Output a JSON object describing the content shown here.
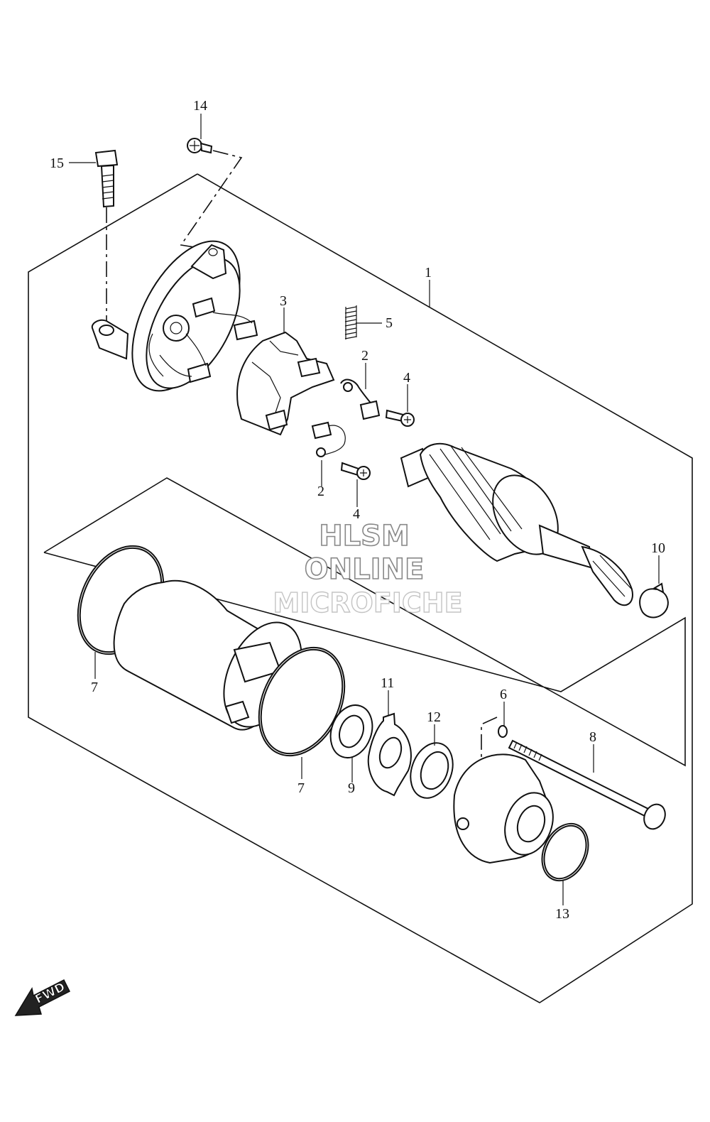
{
  "callouts": {
    "c1": "1",
    "c2a": "2",
    "c2b": "2",
    "c3": "3",
    "c4a": "4",
    "c4b": "4",
    "c5": "5",
    "c6": "6",
    "c7a": "7",
    "c7b": "7",
    "c8": "8",
    "c9": "9",
    "c10": "10",
    "c11": "11",
    "c12": "12",
    "c13": "13",
    "c14": "14",
    "c15": "15"
  },
  "watermark": {
    "line1": "HLSM",
    "line2": "ONLINE",
    "line3": "MICROFICHE"
  },
  "fwd_label": "FWD"
}
